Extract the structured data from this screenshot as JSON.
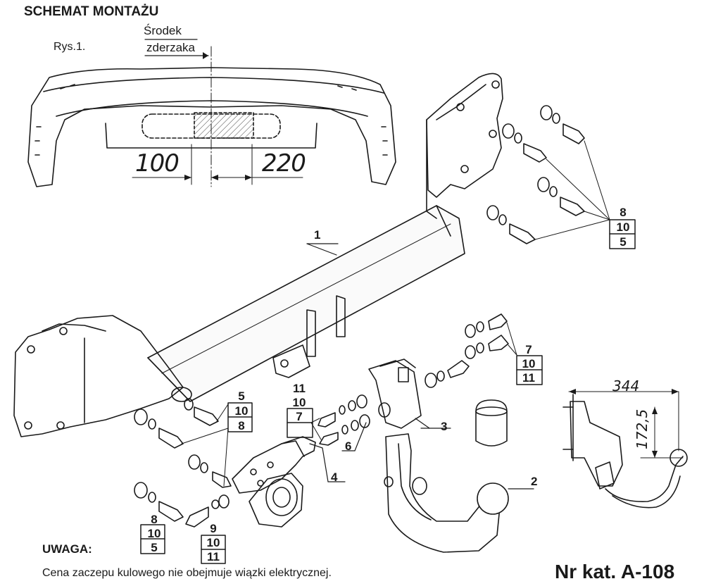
{
  "header": {
    "title": "SCHEMAT MONTAŻU",
    "figure_label": "Rys.1."
  },
  "bumper_center": {
    "line1": "Środek",
    "line2": "zderzaka"
  },
  "dimensions": {
    "left_offset": "100",
    "right_offset": "220",
    "width": "344",
    "height": "172,5"
  },
  "parts": {
    "beam": "1",
    "ball": "2",
    "socket_bracket": "3",
    "socket_plate": "4",
    "nut_6": "6"
  },
  "fastener_groups": {
    "top_right": [
      "8",
      "10",
      "5"
    ],
    "left_upper": [
      "5",
      "10",
      "8"
    ],
    "bottom_left": [
      "8",
      "10",
      "5"
    ],
    "bottom_mid": [
      "9",
      "10",
      "11"
    ],
    "middle": [
      "11",
      "10",
      "7"
    ],
    "right": [
      "7",
      "10",
      "11"
    ]
  },
  "note": {
    "title": "UWAGA:",
    "text": "Cena zaczepu kulowego nie obejmuje wiązki elektrycznej."
  },
  "catalog_number": "Nr kat. A-108"
}
